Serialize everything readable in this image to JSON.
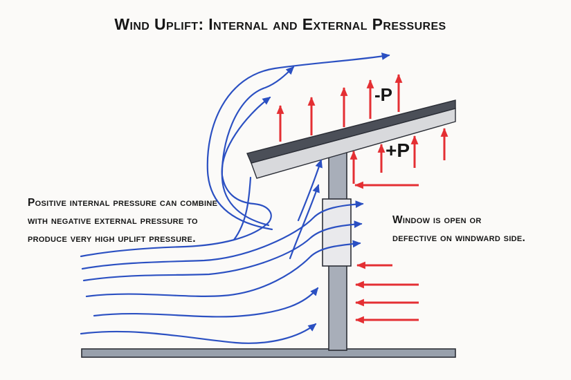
{
  "title": "Wind Uplift: Internal and External Pressures",
  "pressure_labels": {
    "negative": "-P",
    "positive": "+P"
  },
  "captions": {
    "internal_pressure": {
      "lines": [
        "Positive internal pressure can combine",
        "with negative external pressure to",
        "produce very high uplift pressure."
      ]
    },
    "window": {
      "lines": [
        "Window is open or",
        "defective on windward side."
      ]
    }
  },
  "colors": {
    "wind_streamline": "#2b50c2",
    "pressure_arrow": "#e42f33",
    "roof_top": "#4b4f58",
    "roof_underside": "#d8d9dc",
    "wall": "#a8aeb9",
    "window_opening": "#e9e9ec",
    "ground": "#98a0ac",
    "outline": "#2a2d35",
    "text": "#161616",
    "background": "#fbfaf8"
  }
}
